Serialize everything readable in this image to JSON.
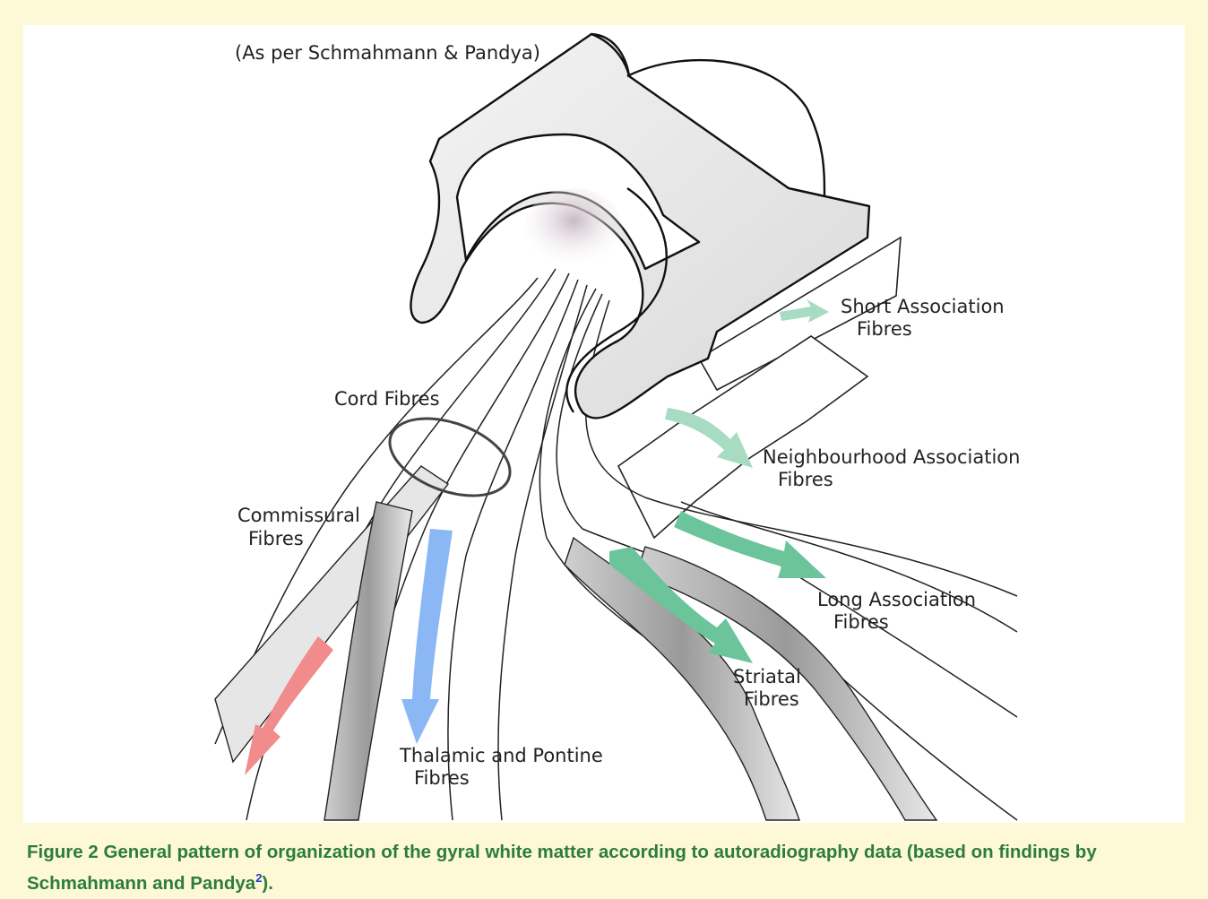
{
  "figure": {
    "attribution": "(As per Schmahmann & Pandya)",
    "labels": {
      "short_assoc_1": "Short Association",
      "short_assoc_2": "Fibres",
      "cord_fibres": "Cord Fibres",
      "neigh_assoc_1": "Neighbourhood Association",
      "neigh_assoc_2": "Fibres",
      "commissural_1": "Commissural",
      "commissural_2": "Fibres",
      "long_assoc_1": "Long Association",
      "long_assoc_2": "Fibres",
      "striatal_1": "Striatal",
      "striatal_2": "Fibres",
      "thalamic_1": "Thalamic and Pontine",
      "thalamic_2": "Fibres"
    },
    "arrow_colors": {
      "association": "#6cc49a",
      "association_light": "#a7dcc2",
      "thalamic": "#8bb8f5",
      "commissural": "#f28c8c"
    }
  },
  "caption": {
    "label": "Figure 2",
    "text": "General pattern of organization of the gyral white matter according to autoradiography data (based on findings by Schmahmann and Pandya",
    "ref": "2",
    "tail": ")."
  }
}
